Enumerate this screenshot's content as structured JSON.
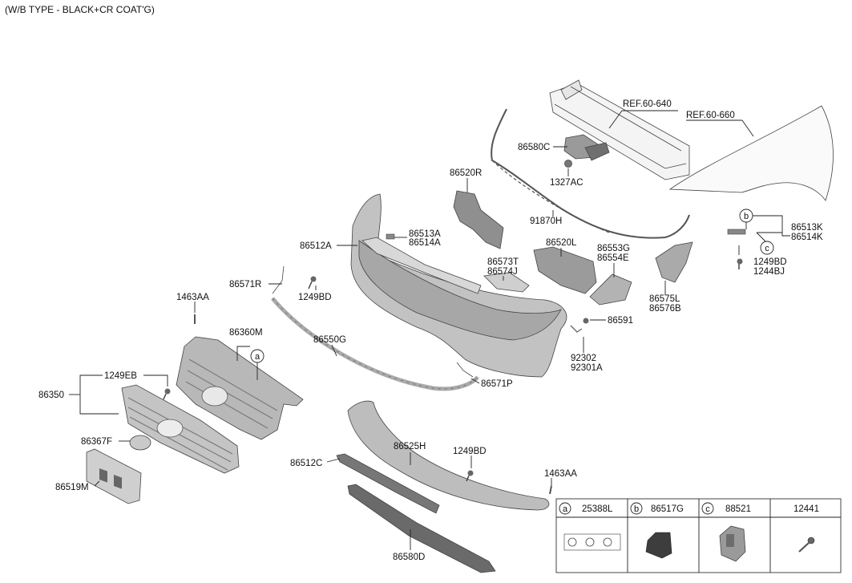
{
  "title": "(W/B TYPE - BLACK+CR COAT'G)",
  "labels": {
    "ref_60_640": "REF.60-640",
    "ref_60_660": "REF.60-660",
    "p86580C": "86580C",
    "p1327AC": "1327AC",
    "p86520R": "86520R",
    "p91870H": "91870H",
    "p86513A": "86513A",
    "p86514A": "86514A",
    "p86512A": "86512A",
    "p86520L": "86520L",
    "p86553G": "86553G",
    "p86554E": "86554E",
    "p86573T": "86573T",
    "p86574J": "86574J",
    "p86575L": "86575L",
    "p86576B": "86576B",
    "p86513K": "86513K",
    "p86514K": "86514K",
    "p1249BD_r": "1249BD",
    "p1244BJ": "1244BJ",
    "p86571R": "86571R",
    "p1249BD_t": "1249BD",
    "p1463AA_t": "1463AA",
    "p86360M": "86360M",
    "p86550G": "86550G",
    "p86591": "86591",
    "p92302": "92302",
    "p92301A": "92301A",
    "p1249EB": "1249EB",
    "p86350": "86350",
    "p86571P": "86571P",
    "p86367F": "86367F",
    "p86525H": "86525H",
    "p1249BD_b": "1249BD",
    "p86512C": "86512C",
    "p86519M": "86519M",
    "p1463AA_b": "1463AA",
    "p86580D": "86580D"
  },
  "callouts": {
    "a": "a",
    "b": "b",
    "c": "c"
  },
  "legend_table": {
    "cells": [
      {
        "letter": "a",
        "part": "25388L"
      },
      {
        "letter": "b",
        "part": "86517G"
      },
      {
        "letter": "c",
        "part": "88521"
      },
      {
        "letter": "",
        "part": "12441"
      }
    ]
  },
  "colors": {
    "part_fill": "#c9c9c9",
    "part_dark": "#8e8e8e",
    "bumper_fill": "#bdbdbd",
    "line": "#222222"
  }
}
